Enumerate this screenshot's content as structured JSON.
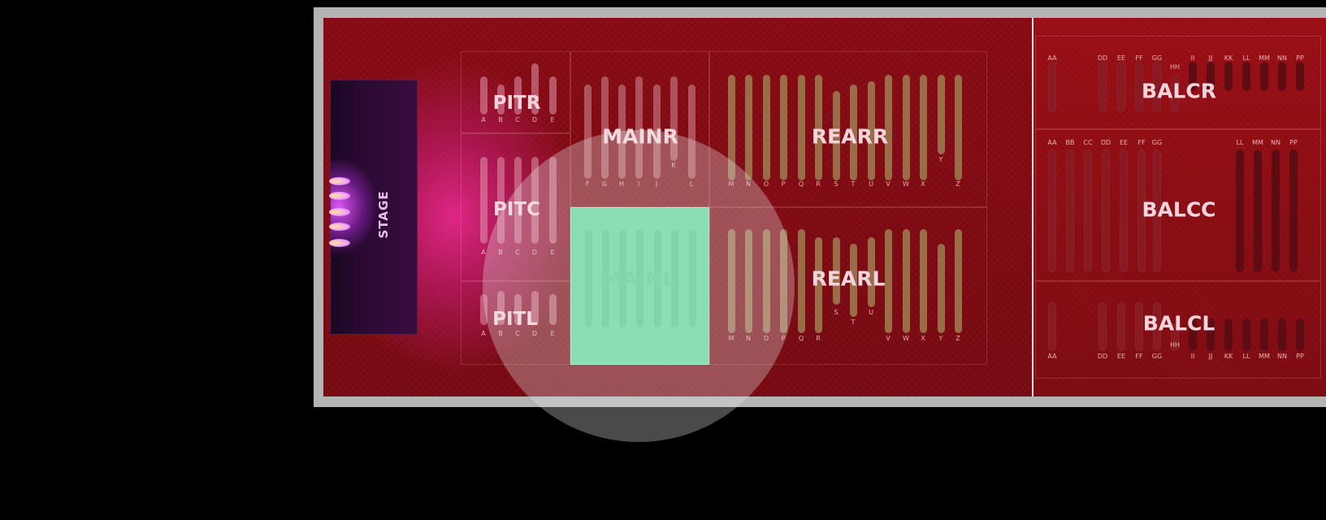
{
  "stage": {
    "label": "STAGE"
  },
  "sections": {
    "pitr": "PITR",
    "pitc": "PITC",
    "pitl": "PITL",
    "mainr": "MAINR",
    "mainl": "MAINL",
    "rearr": "REARR",
    "rearl": "REARL",
    "balcr": "BALCR",
    "balcc": "BALCC",
    "balcl": "BALCL"
  },
  "rows": {
    "pit": [
      "A",
      "B",
      "C",
      "D",
      "E"
    ],
    "main": [
      "F",
      "G",
      "H",
      "I",
      "J",
      "K",
      "L"
    ],
    "rear": [
      "M",
      "N",
      "O",
      "P",
      "Q",
      "R",
      "S",
      "T",
      "U",
      "V",
      "W",
      "X",
      "Y",
      "Z"
    ],
    "balcr": [
      "AA",
      "DD",
      "EE",
      "FF",
      "GG",
      "HH",
      "II",
      "JJ",
      "KK",
      "LL",
      "MM",
      "NN",
      "PP"
    ],
    "balcc": [
      "AA",
      "BB",
      "CC",
      "DD",
      "EE",
      "FF",
      "GG",
      "LL",
      "MM",
      "NN",
      "PP"
    ],
    "balcl": [
      "AA",
      "DD",
      "EE",
      "FF",
      "GG",
      "HH",
      "II",
      "JJ",
      "KK",
      "LL",
      "MM",
      "NN",
      "PP"
    ]
  },
  "colors": {
    "selected": "#5fd99c",
    "floor": "#8e0d16",
    "stage_glow": "#e228a0"
  }
}
